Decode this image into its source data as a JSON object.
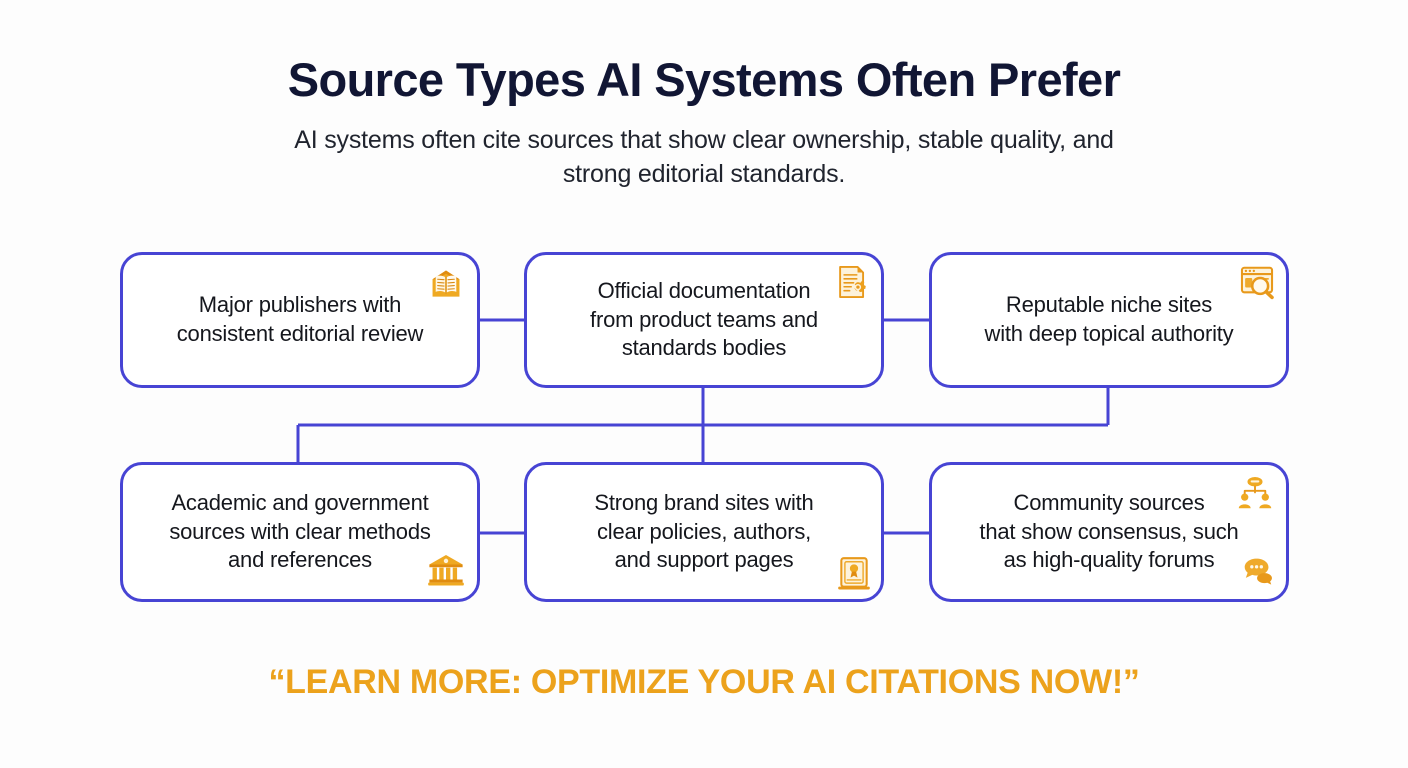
{
  "header": {
    "title": "Source Types AI Systems Often Prefer",
    "subtitle": "AI systems often cite sources that show clear ownership, stable quality, and strong editorial standards."
  },
  "colors": {
    "box_border": "#4744D4",
    "connector": "#4744D4",
    "icon_amber": "#E8991B",
    "icon_amber_light": "#F3B13A",
    "title": "#111634",
    "body_text": "#15171D",
    "cta": "#ECA21C",
    "background": "#FDFDFD"
  },
  "diagram": {
    "type": "grid-flow",
    "rows": 2,
    "columns": 3,
    "nodes": [
      {
        "id": "major-publishers",
        "text": "Major publishers with\nconsistent editorial review",
        "icons": [
          "open-book-icon"
        ],
        "row": 1,
        "column": 1
      },
      {
        "id": "official-documentation",
        "text": "Official documentation\nfrom product teams and\nstandards bodies",
        "icons": [
          "document-gear-icon"
        ],
        "row": 1,
        "column": 2
      },
      {
        "id": "reputable-niche-sites",
        "text": "Reputable niche sites\nwith deep topical authority",
        "icons": [
          "browser-search-icon"
        ],
        "row": 1,
        "column": 3
      },
      {
        "id": "academic-government",
        "text": "Academic and government\nsources with clear methods\nand references",
        "icons": [
          "institution-building-icon"
        ],
        "row": 2,
        "column": 1
      },
      {
        "id": "strong-brand-sites",
        "text": "Strong brand sites with\nclear policies, authors,\nand support pages",
        "icons": [
          "certificate-frame-icon"
        ],
        "row": 2,
        "column": 2
      },
      {
        "id": "community-sources",
        "text": "Community sources\nthat show consensus, such\nas high-quality forums",
        "icons": [
          "people-network-icon",
          "chat-bubbles-icon"
        ],
        "row": 2,
        "column": 3
      }
    ],
    "connections": [
      {
        "from": "major-publishers",
        "to": "official-documentation"
      },
      {
        "from": "official-documentation",
        "to": "reputable-niche-sites"
      },
      {
        "from": "academic-government",
        "to": "strong-brand-sites"
      },
      {
        "from": "strong-brand-sites",
        "to": "community-sources"
      },
      {
        "from": "official-documentation",
        "to": "academic-government"
      },
      {
        "from": "official-documentation",
        "to": "strong-brand-sites"
      },
      {
        "from": "reputable-niche-sites",
        "to": "strong-brand-sites"
      }
    ]
  },
  "cta": {
    "text": "“LEARN MORE: OPTIMIZE YOUR AI CITATIONS NOW!”"
  }
}
